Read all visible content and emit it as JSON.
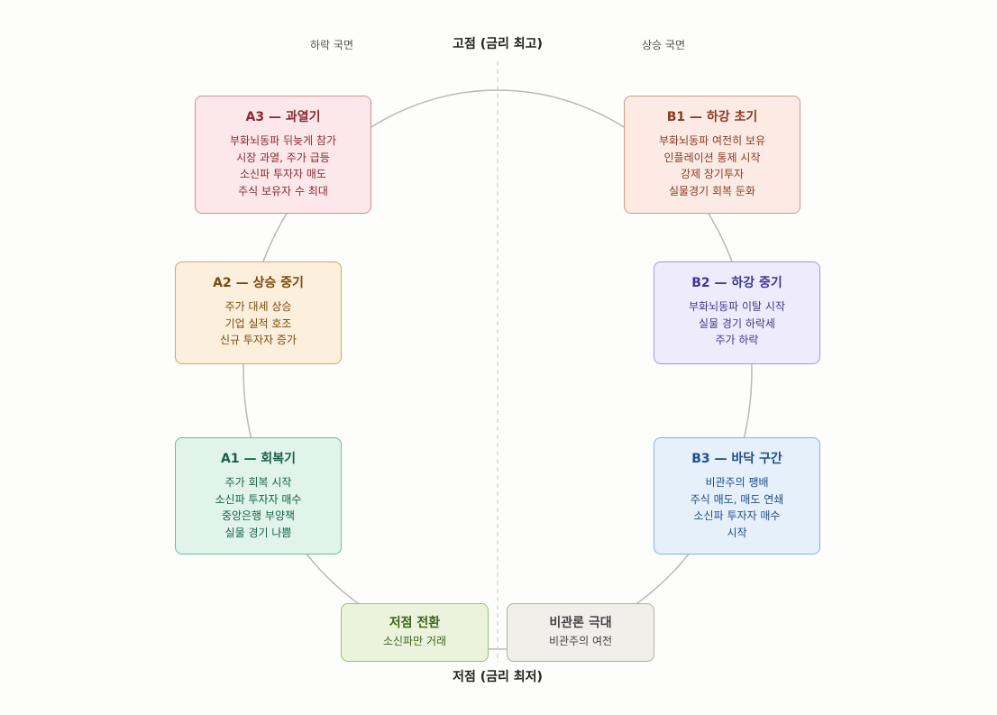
{
  "phases": {
    "falling": "하락 국면",
    "rising": "상승 국면"
  },
  "extremes": {
    "peak": "고점 (금리 최고)",
    "trough": "저점 (금리 최저)"
  },
  "nodes": {
    "a3": {
      "title": "A3 — 과열기",
      "lines": [
        "부화뇌동파 뒤늦게 참가",
        "시장 과열, 주가 급등",
        "소신파 투자자 매도",
        "주식 보유자 수 최대"
      ]
    },
    "a2": {
      "title": "A2 — 상승 중기",
      "lines": [
        "주가 대세 상승",
        "기업 실적 호조",
        "신규 투자자 증가"
      ]
    },
    "a1": {
      "title": "A1 — 회복기",
      "lines": [
        "주가 회복 시작",
        "소신파 투자자 매수",
        "중앙은행 부양책",
        "실물 경기 나쁨"
      ]
    },
    "b1": {
      "title": "B1 — 하강 초기",
      "lines": [
        "부화뇌동파 여전히 보유",
        "인플레이션 통제 시작",
        "강제 장기투자",
        "실물경기 회복 둔화"
      ]
    },
    "b2": {
      "title": "B2 — 하강 중기",
      "lines": [
        "부화뇌동파 이탈 시작",
        "실물 경기 하락세",
        "주가 하락"
      ]
    },
    "b3": {
      "title": "B3 — 바닥 구간",
      "lines": [
        "비관주의 팽배",
        "주식 매도, 매도 연쇄",
        "소신파 투자자 매수",
        "시작"
      ]
    },
    "trough": {
      "title": "저점 전환",
      "lines": [
        "소신파만 거래"
      ]
    },
    "pessimism": {
      "title": "비관론 극대",
      "lines": [
        "비관주의 여전"
      ]
    }
  }
}
